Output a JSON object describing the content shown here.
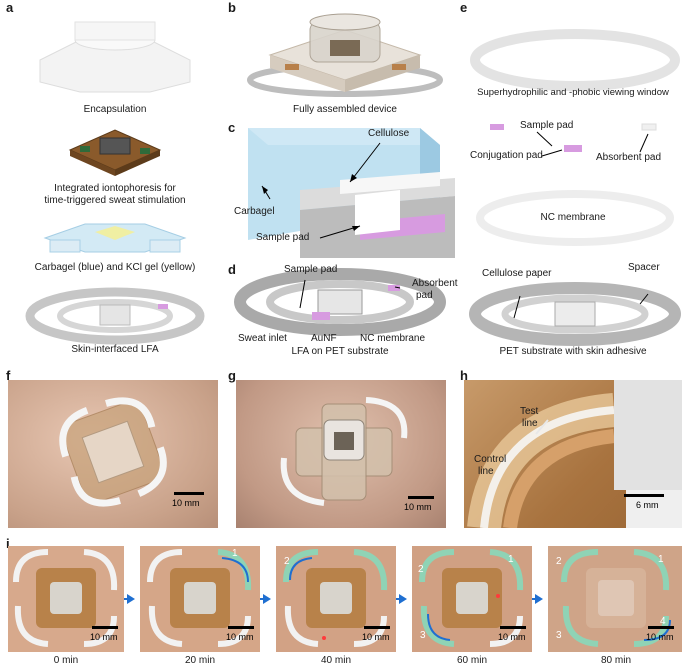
{
  "panels": {
    "a": {
      "label": "a",
      "captions": {
        "encapsulation": "Encapsulation",
        "iontophoresis_line1": "Integrated iontophoresis for",
        "iontophoresis_line2": "time-triggered sweat stimulation",
        "carbagel": "Carbagel (blue) and KCl gel (yellow)",
        "lfa": "Skin-interfaced LFA"
      }
    },
    "b": {
      "label": "b",
      "caption": "Fully assembled device"
    },
    "c": {
      "label": "c",
      "labels": {
        "cellulose": "Cellulose",
        "carbagel": "Carbagel",
        "sample_pad": "Sample pad"
      }
    },
    "d": {
      "label": "d",
      "labels": {
        "sample_pad": "Sample pad",
        "absorbent_pad_line1": "Absorbent",
        "absorbent_pad_line2": "pad",
        "sweat_inlet": "Sweat inlet",
        "aunf": "AuNF",
        "nc_membrane": "NC membrane"
      },
      "caption": "LFA on PET substrate"
    },
    "e": {
      "label": "e",
      "captions": {
        "viewing_window": "Superhydrophilic and -phobic viewing window",
        "nc_membrane": "NC membrane",
        "pet_substrate": "PET substrate with skin adhesive"
      },
      "labels": {
        "sample_pad": "Sample pad",
        "conjugation_pad": "Conjugation pad",
        "absorbent_pad": "Absorbent pad",
        "cellulose_paper": "Cellulose paper",
        "spacer": "Spacer"
      }
    },
    "f": {
      "label": "f",
      "scale": "10 mm"
    },
    "g": {
      "label": "g",
      "scale": "10 mm"
    },
    "h": {
      "label": "h",
      "scale": "6 mm",
      "labels": {
        "test_line1": "Test",
        "test_line2": "line",
        "control_line1": "Control",
        "control_line2": "line"
      }
    },
    "i": {
      "label": "i",
      "frames": [
        {
          "time": "0 min",
          "scale": "10 mm",
          "nums": []
        },
        {
          "time": "20 min",
          "scale": "10 mm",
          "nums": [
            "1"
          ]
        },
        {
          "time": "40 min",
          "scale": "10 mm",
          "nums": [
            "2"
          ]
        },
        {
          "time": "60 min",
          "scale": "10 mm",
          "nums": [
            "1",
            "2",
            "3"
          ]
        },
        {
          "time": "80 min",
          "scale": "10 mm",
          "nums": [
            "1",
            "2",
            "3",
            "4"
          ]
        }
      ]
    }
  },
  "colors": {
    "carbagel_blue": "#a9d6ec",
    "kcl_yellow": "#f3ef9a",
    "sample_pad_pink": "#d79be0",
    "device_grey": "#c9c9c9",
    "skin": "#d9b39a",
    "arrow_blue": "#1f6fd1"
  }
}
